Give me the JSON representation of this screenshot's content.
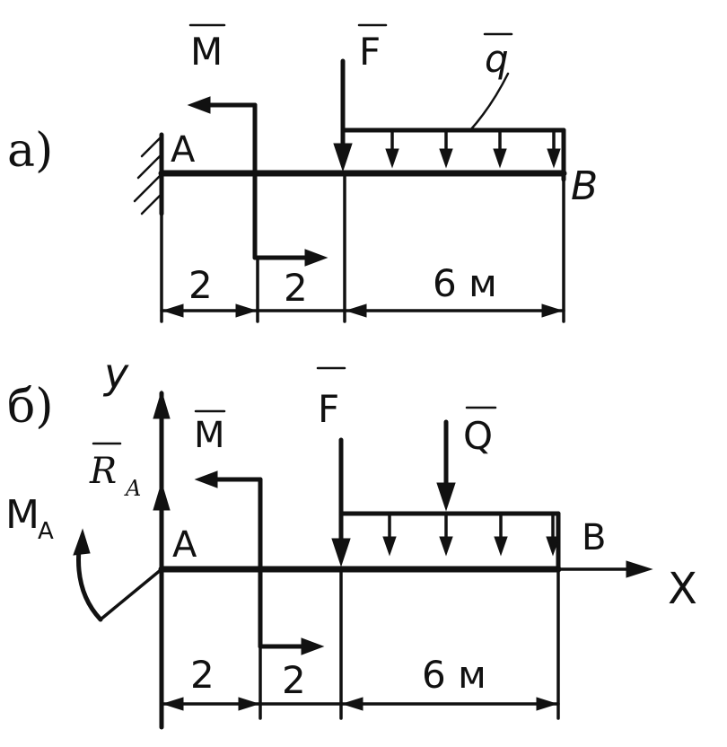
{
  "part_a": {
    "label": "а)",
    "point_a": "A",
    "point_b": "B",
    "moment": "M",
    "force": "F",
    "load": "q",
    "dim_1": "2",
    "dim_2": "2",
    "dim_3": "6 м"
  },
  "part_b": {
    "label": "б)",
    "axis_y": "y",
    "axis_x": "X",
    "reaction_force": "R",
    "reaction_force_sub": "A",
    "reaction_moment": "M",
    "reaction_moment_sub": "A",
    "point_a": "A",
    "point_b": "B",
    "moment": "M",
    "force": "F",
    "resultant": "Q",
    "dim_1": "2",
    "dim_2": "2",
    "dim_3": "6 м"
  }
}
